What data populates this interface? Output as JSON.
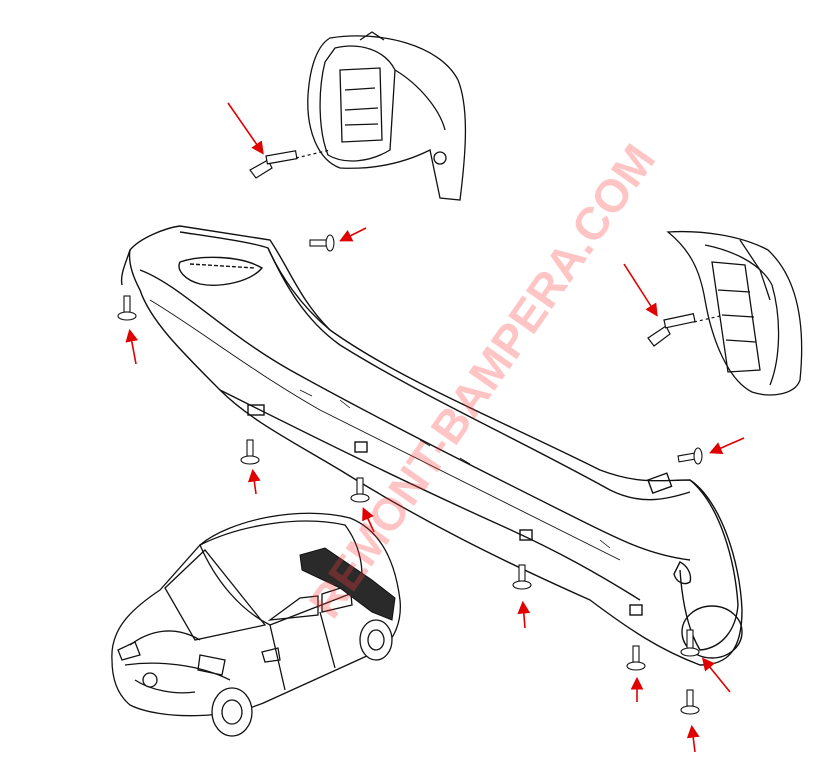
{
  "watermark": {
    "text": "REMONT-BAMPERA.COM",
    "color": "#ff3c3c"
  },
  "colors": {
    "line": "#111111",
    "arrow": "#e00000",
    "fill": "#ffffff"
  },
  "parts": {
    "bumper": "rear-bumper-cover",
    "car": "hatchback-car-icon",
    "lamps": [
      "left-tail-lamp",
      "right-tail-lamp"
    ],
    "fasteners": [
      "push-clip",
      "screw"
    ]
  }
}
